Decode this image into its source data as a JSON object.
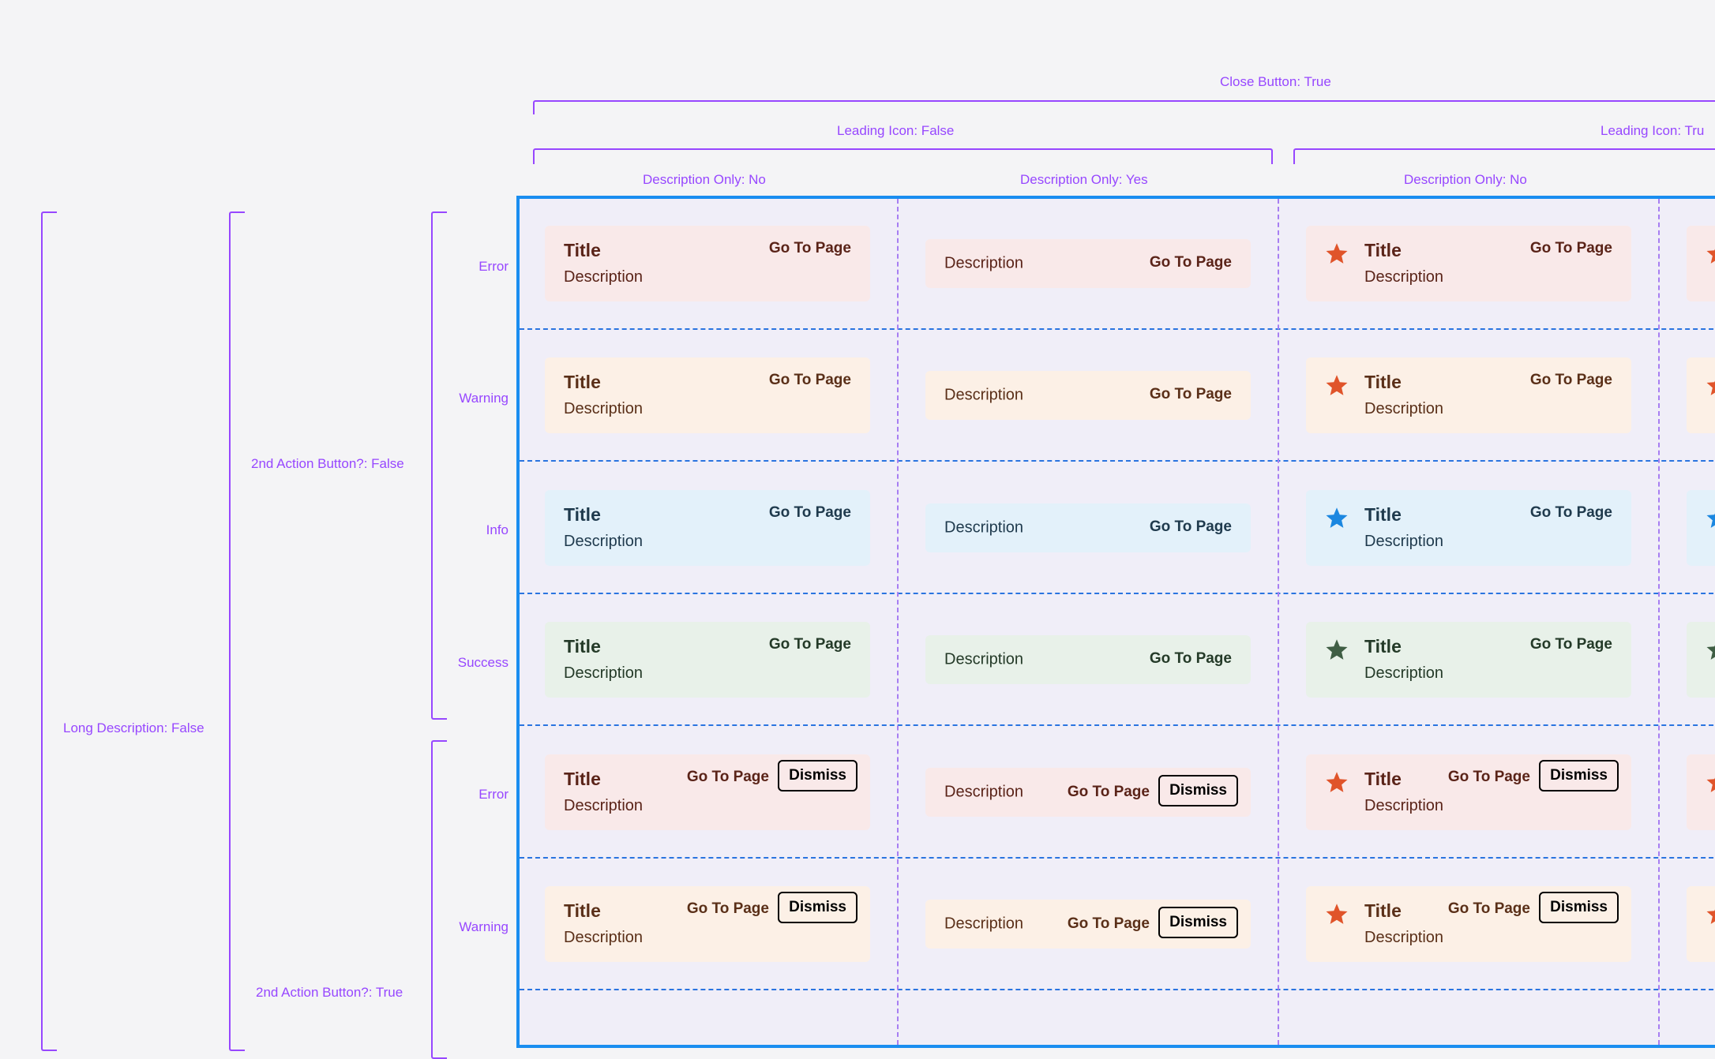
{
  "properties": {
    "close_button": "Close Button: True",
    "leading_icon_false": "Leading Icon: False",
    "leading_icon_true": "Leading Icon: Tru",
    "desc_only_no": "Description Only: No",
    "desc_only_yes": "Description Only: Yes",
    "desc_only_no_2": "Description Only: No",
    "long_description": "Long Description: False",
    "second_action_false": "2nd Action Button?: False",
    "second_action_true": "2nd Action Button?: True"
  },
  "rows": [
    {
      "label": "Error",
      "icon_color": "#e0542a",
      "bg": "#f9e9e9",
      "text": "#5a2318"
    },
    {
      "label": "Warning",
      "icon_color": "#e0542a",
      "bg": "#fcf0e6",
      "text": "#5a2f18"
    },
    {
      "label": "Info",
      "icon_color": "#1b87e0",
      "bg": "#e3f1fa",
      "text": "#1f3a4d"
    },
    {
      "label": "Success",
      "icon_color": "#3f5e44",
      "bg": "#e8f1e9",
      "text": "#243a28"
    },
    {
      "label": "Error",
      "icon_color": "#e0542a",
      "bg": "#f9e9e9",
      "text": "#5a2318"
    },
    {
      "label": "Warning",
      "icon_color": "#e0542a",
      "bg": "#fcf0e6",
      "text": "#5a2f18"
    }
  ],
  "banner": {
    "title": "Title",
    "description": "Description",
    "action": "Go To Page",
    "dismiss": "Dismiss"
  },
  "icons": {
    "leading": "star-icon"
  }
}
